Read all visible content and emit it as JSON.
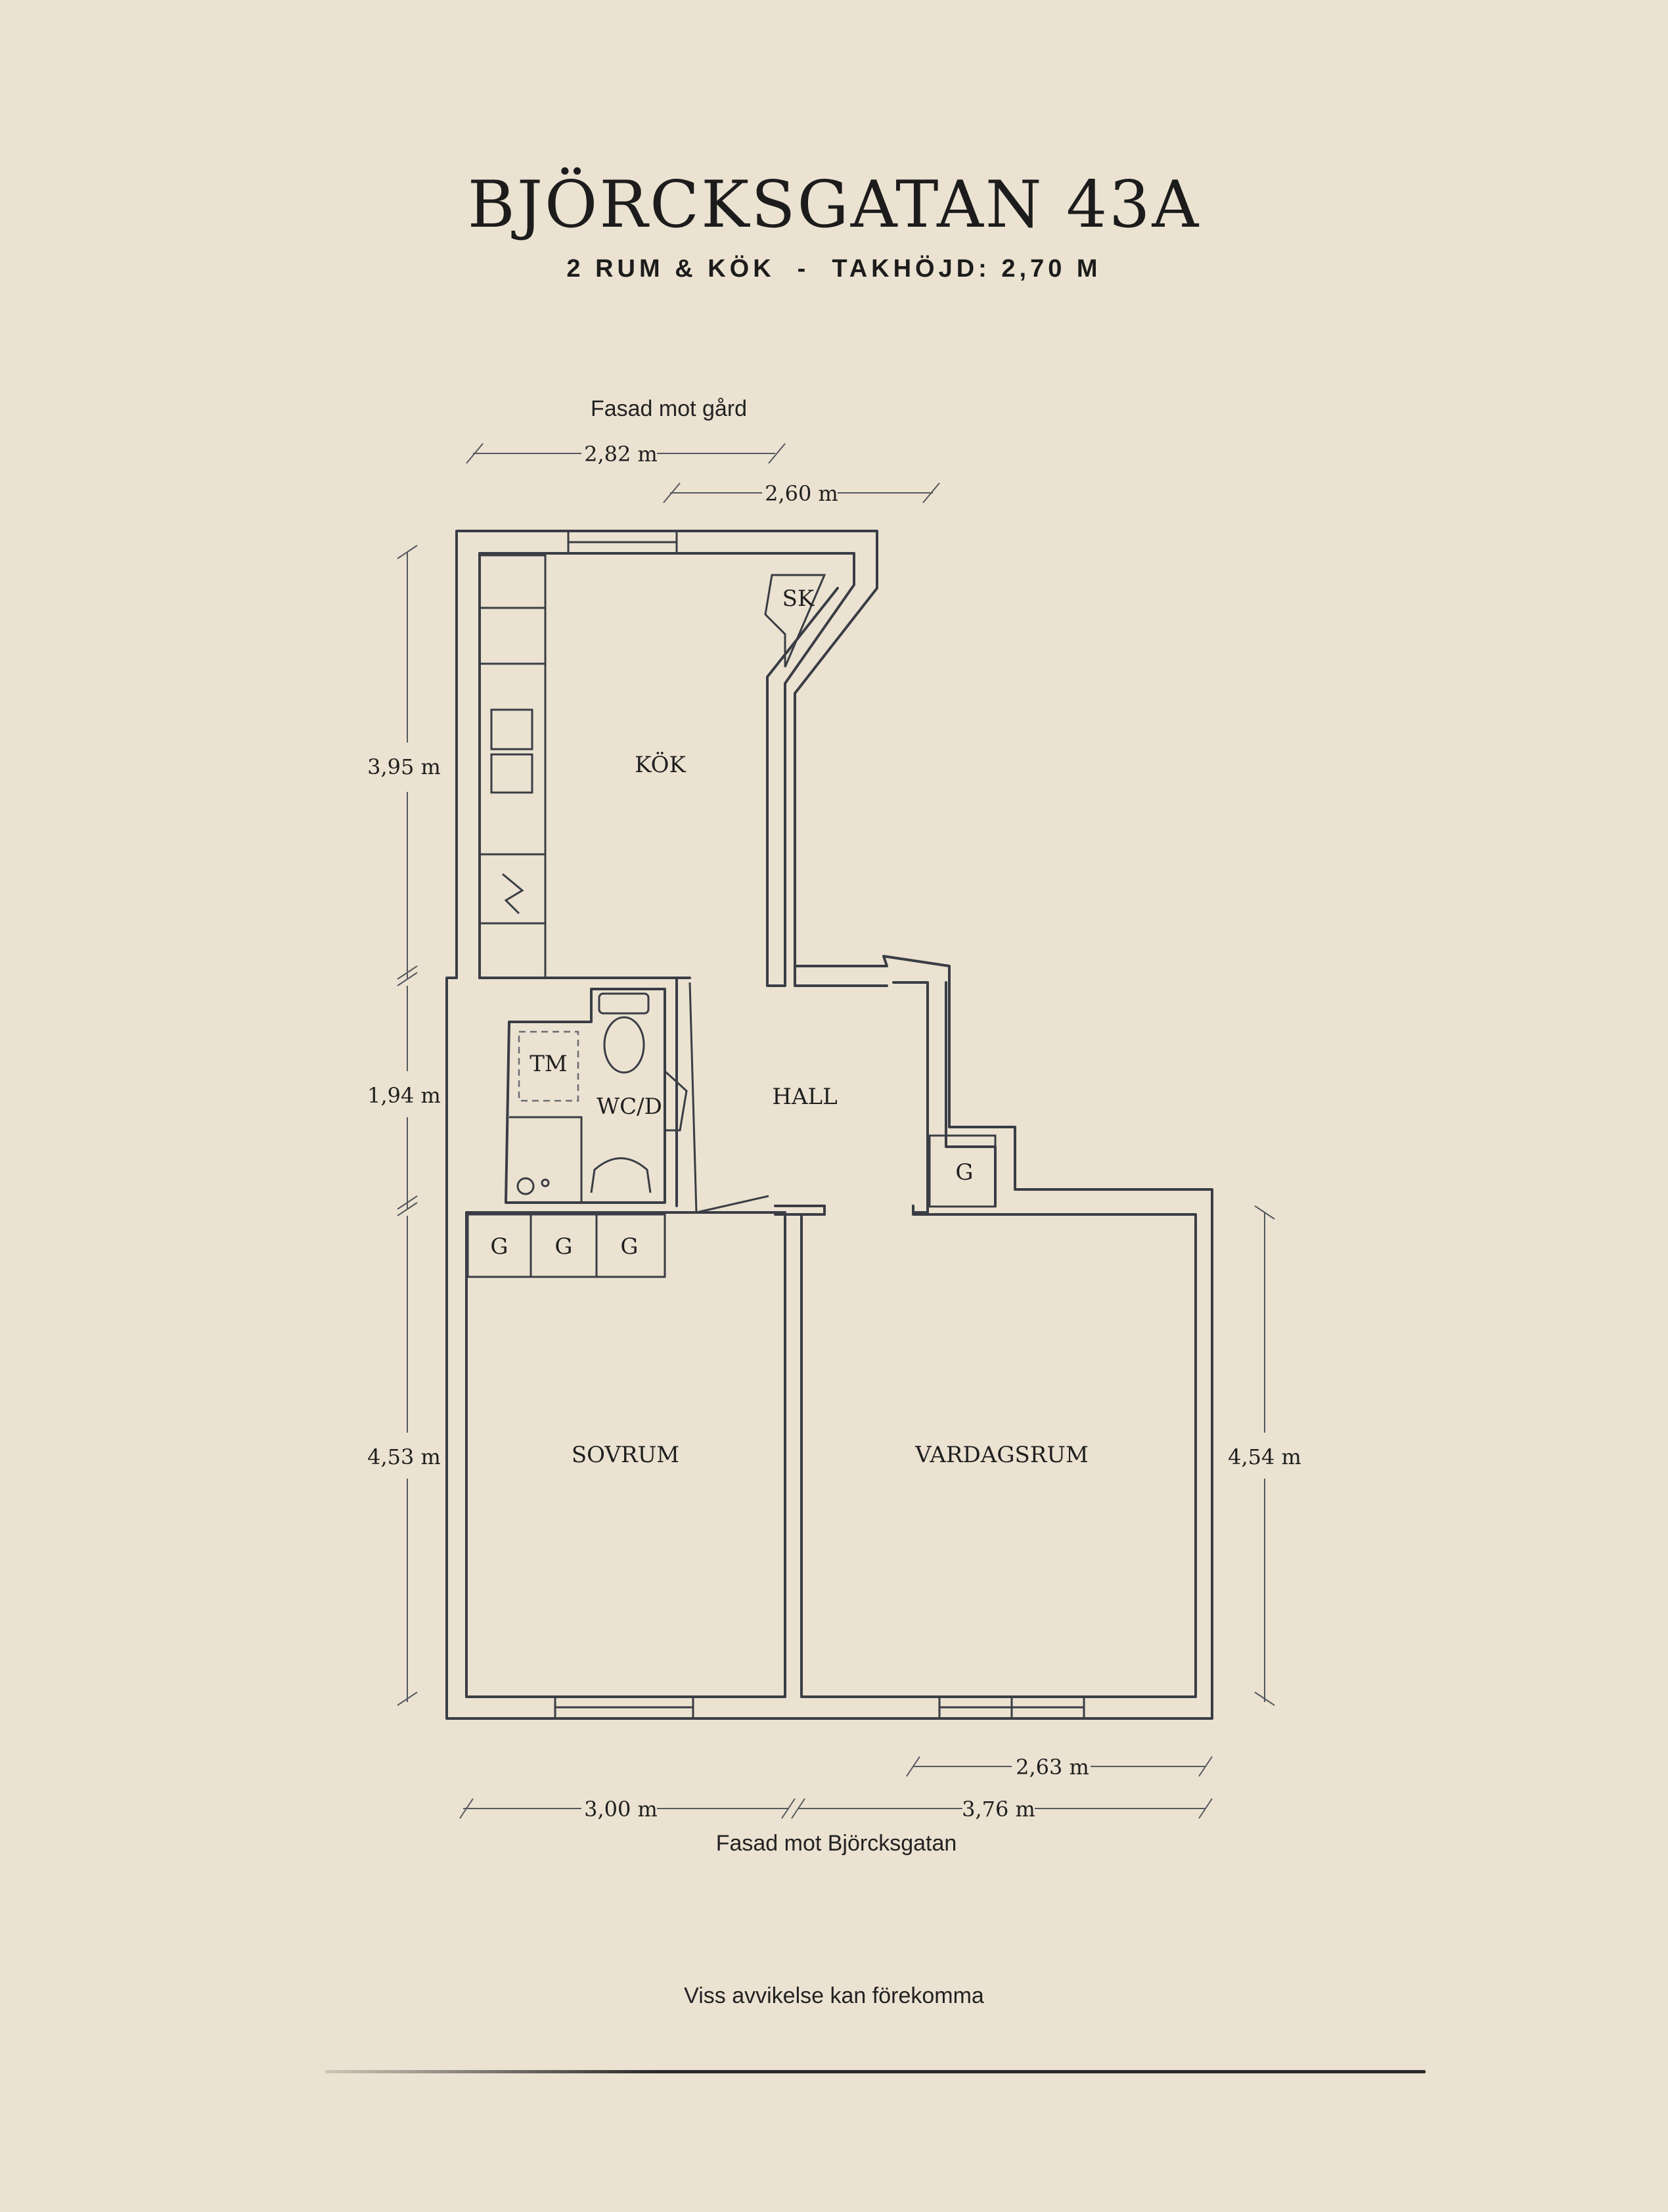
{
  "header": {
    "title": "BJÖRCKSGATAN 43A",
    "rooms": "2 RUM & KÖK",
    "separator": "-",
    "ceiling": "TAKHÖJD: 2,70 M"
  },
  "facades": {
    "top": "Fasad mot gård",
    "bottom": "Fasad mot Björcksgatan"
  },
  "rooms": {
    "kitchen": "KÖK",
    "closet": "SK",
    "hall": "HALL",
    "bathroom": "WC/D",
    "washer": "TM",
    "bedroom": "SOVRUM",
    "living": "VARDAGSRUM",
    "wardrobe": "G"
  },
  "dimensions": {
    "top_kitchen_width": "2,82 m",
    "top_sk_width": "2,60 m",
    "left_kitchen": "3,95 m",
    "left_hall": "1,94 m",
    "left_bedroom": "4,53 m",
    "right_living": "4,54 m",
    "bottom_living_window": "2,63 m",
    "bottom_bedroom": "3,00 m",
    "bottom_living": "3,76 m"
  },
  "footer": {
    "disclaimer": "Viss avvikelse kan förekomma"
  }
}
